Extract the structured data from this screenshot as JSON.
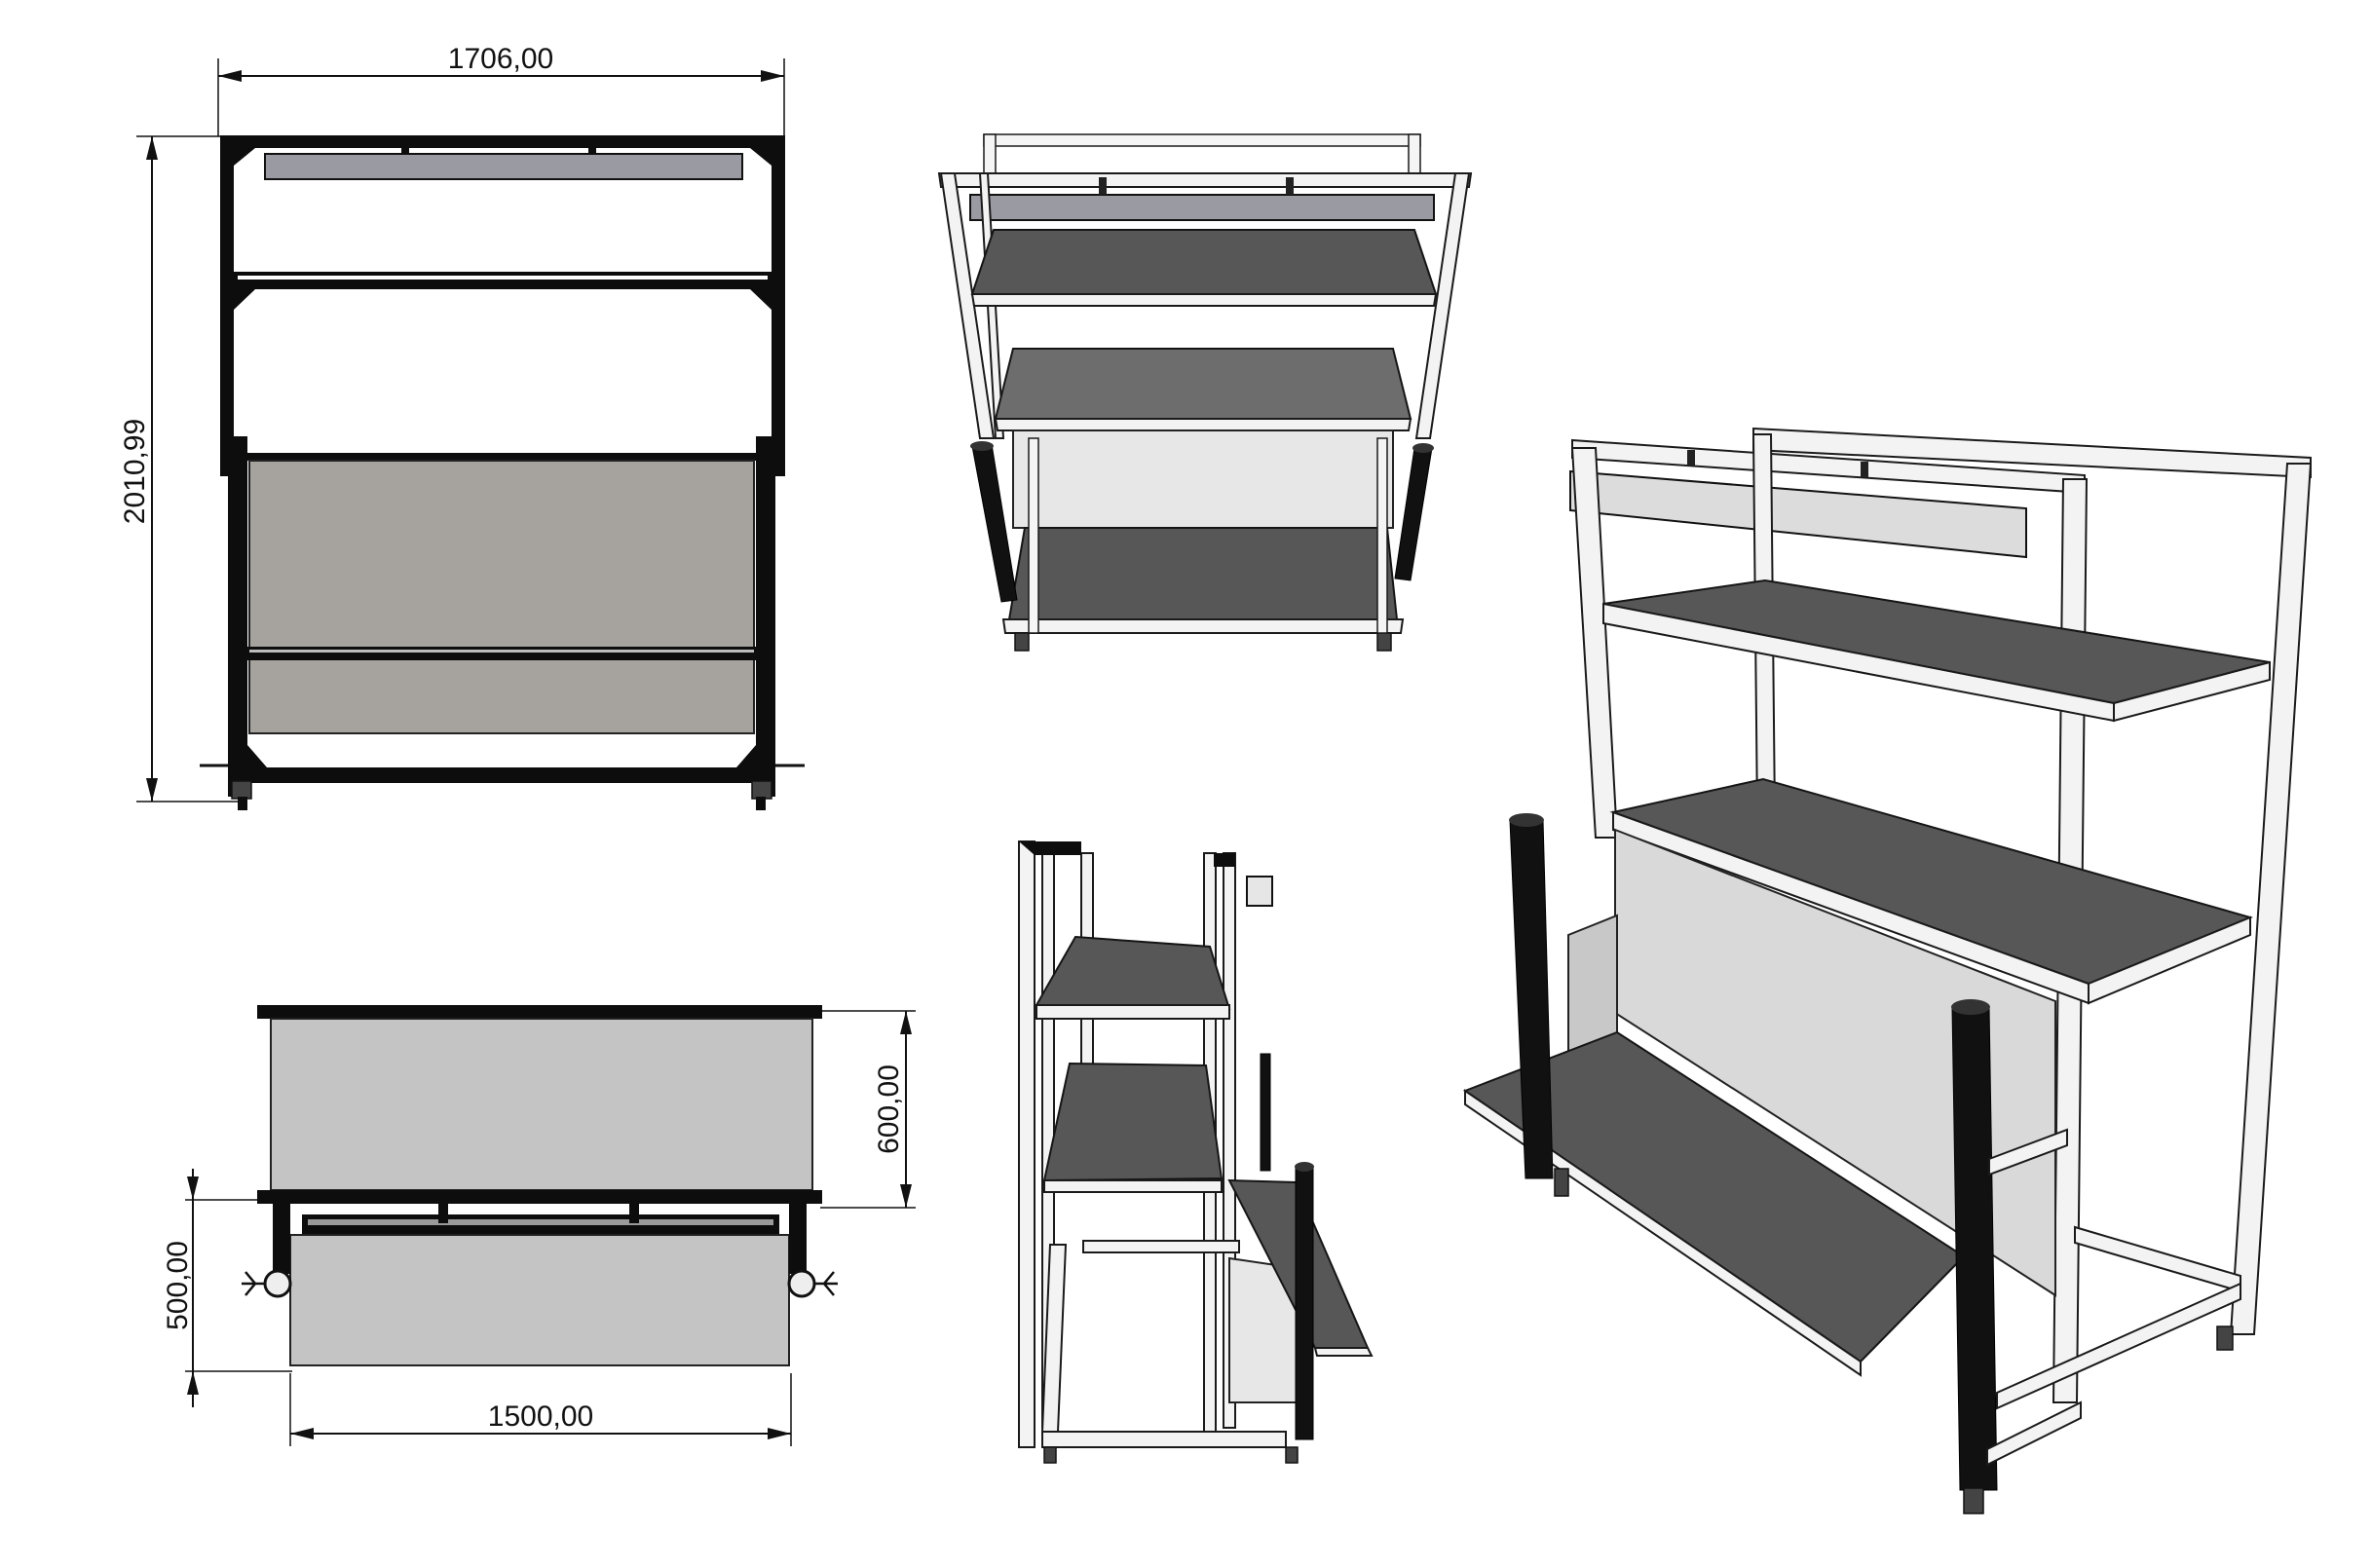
{
  "dimensions": {
    "front_width": "1706,00",
    "front_height": "2010,99",
    "top_depth_upper": "600,00",
    "top_depth_lower": "500,00",
    "top_width": "1500,00"
  }
}
